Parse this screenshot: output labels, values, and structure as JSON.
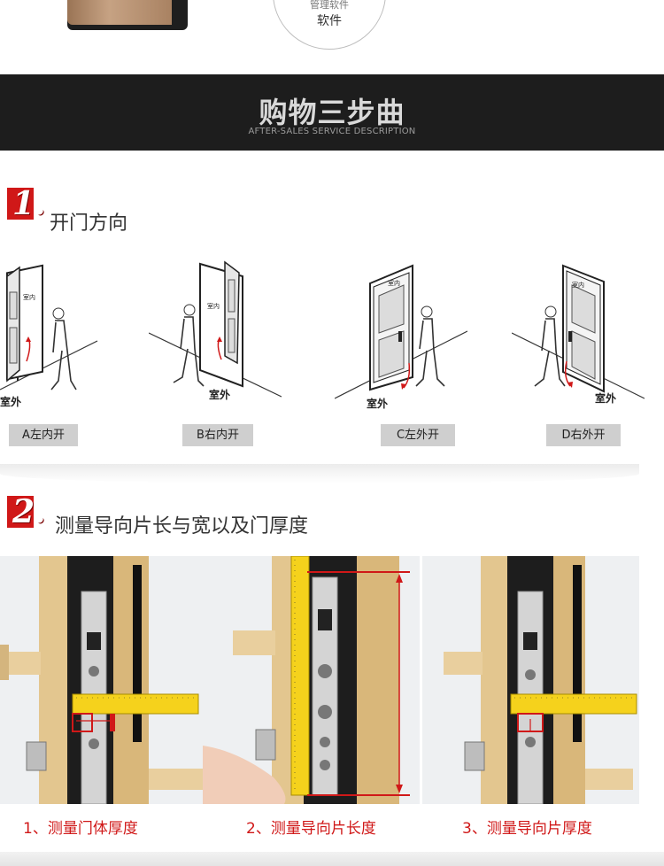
{
  "top": {
    "circle_line1": "管理软件",
    "circle_line2": "软件"
  },
  "banner": {
    "title": "购物三步曲",
    "subtitle": "AFTER-SALES SERVICE DESCRIPTION"
  },
  "step1": {
    "number": "1.",
    "title": "开门方向",
    "doors": [
      {
        "label": "A左内开",
        "inside": "室内",
        "outside": "室外"
      },
      {
        "label": "B右内开",
        "inside": "室内",
        "outside": "室外"
      },
      {
        "label": "C左外开",
        "inside": "室内",
        "outside": "室外"
      },
      {
        "label": "D右外开",
        "inside": "室内",
        "outside": "室外"
      }
    ]
  },
  "step2": {
    "number": "2.",
    "title": "测量导向片长与宽以及门厚度",
    "captions": [
      "1、测量门体厚度",
      "2、测量导向片长度",
      "3、测量导向片厚度"
    ]
  },
  "colors": {
    "accent": "#d01818",
    "banner": "#1d1d1d",
    "label_bg": "#cfcfcf"
  }
}
